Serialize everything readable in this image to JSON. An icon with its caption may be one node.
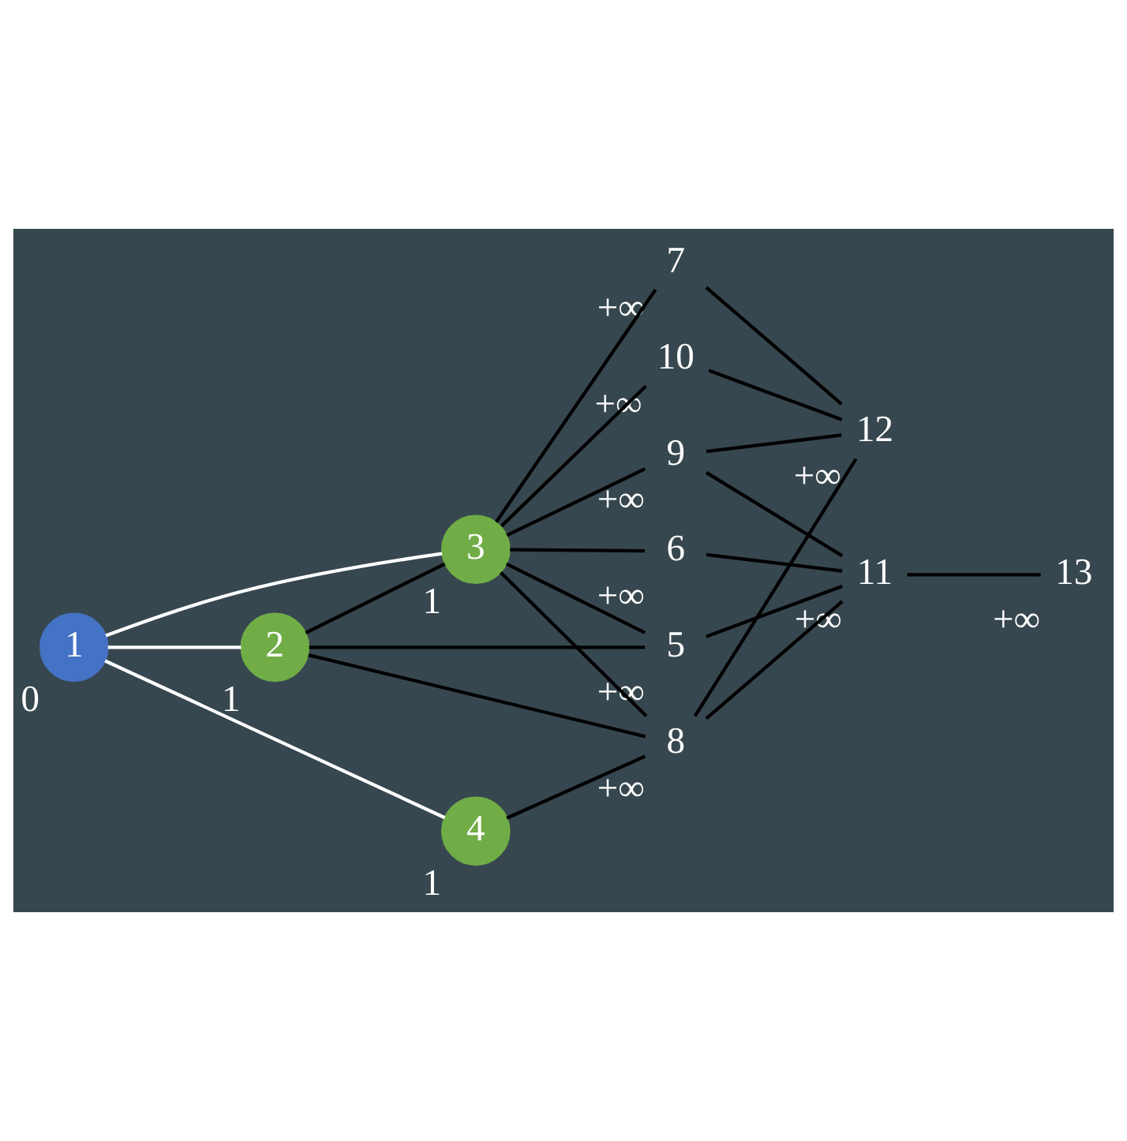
{
  "diagram": {
    "nodes": [
      {
        "text": [
          "1"
        ],
        "beside": [
          "0"
        ]
      },
      {
        "text": [
          "2"
        ],
        "beside": [
          "1"
        ]
      },
      {
        "text": [
          "3"
        ],
        "beside": [
          "1"
        ]
      },
      {
        "text": [
          "4"
        ],
        "beside": [
          "1"
        ]
      },
      {
        "text": [
          "5"
        ],
        "beside": [
          "+∞"
        ]
      },
      {
        "text": [
          "6"
        ],
        "beside": [
          "+∞"
        ]
      },
      {
        "text": [
          "7"
        ],
        "beside": [
          "+∞"
        ]
      },
      {
        "text": [
          "8"
        ],
        "beside": [
          "+∞"
        ]
      },
      {
        "text": [
          "9"
        ],
        "beside": [
          "+∞"
        ]
      },
      {
        "text": [
          "10"
        ],
        "beside": [
          "+∞"
        ]
      },
      {
        "text": [
          "11"
        ],
        "beside": [
          "+∞"
        ]
      },
      {
        "text": [
          "12"
        ],
        "beside": [
          "+∞"
        ]
      },
      {
        "text": [
          "13"
        ],
        "beside": [
          "+∞"
        ]
      }
    ],
    "edges": [
      {
        "from": 0,
        "to": 1,
        "arrow": "none",
        "color": "#ffffff"
      },
      {
        "from": 0,
        "to": 2,
        "arrow": "none",
        "color": "#ffffff"
      },
      {
        "from": 0,
        "to": 3,
        "arrow": "none",
        "color": "#ffffff"
      },
      {
        "from": 1,
        "to": 2,
        "arrow": "none"
      },
      {
        "from": 1,
        "to": 4,
        "arrow": "none"
      },
      {
        "from": 1,
        "to": 7,
        "arrow": "none"
      },
      {
        "from": 2,
        "to": 4,
        "arrow": "none"
      },
      {
        "from": 2,
        "to": 5,
        "arrow": "none"
      },
      {
        "from": 2,
        "to": 6,
        "arrow": "none"
      },
      {
        "from": 2,
        "to": 7,
        "arrow": "none"
      },
      {
        "from": 2,
        "to": 8,
        "arrow": "none"
      },
      {
        "from": 2,
        "to": 9,
        "arrow": "none"
      },
      {
        "from": 3,
        "to": 7,
        "arrow": "none"
      },
      {
        "from": 4,
        "to": 10,
        "arrow": "none"
      },
      {
        "from": 5,
        "to": 10,
        "arrow": "none"
      },
      {
        "from": 6,
        "to": 11,
        "arrow": "none"
      },
      {
        "from": 7,
        "to": 10,
        "arrow": "none"
      },
      {
        "from": 7,
        "to": 11,
        "arrow": "none"
      },
      {
        "from": 8,
        "to": 10,
        "arrow": "none"
      },
      {
        "from": 8,
        "to": 11,
        "arrow": "none"
      },
      {
        "from": 9,
        "to": 11,
        "arrow": "none"
      },
      {
        "from": 10,
        "to": 12,
        "arrow": "none"
      }
    ]
  }
}
